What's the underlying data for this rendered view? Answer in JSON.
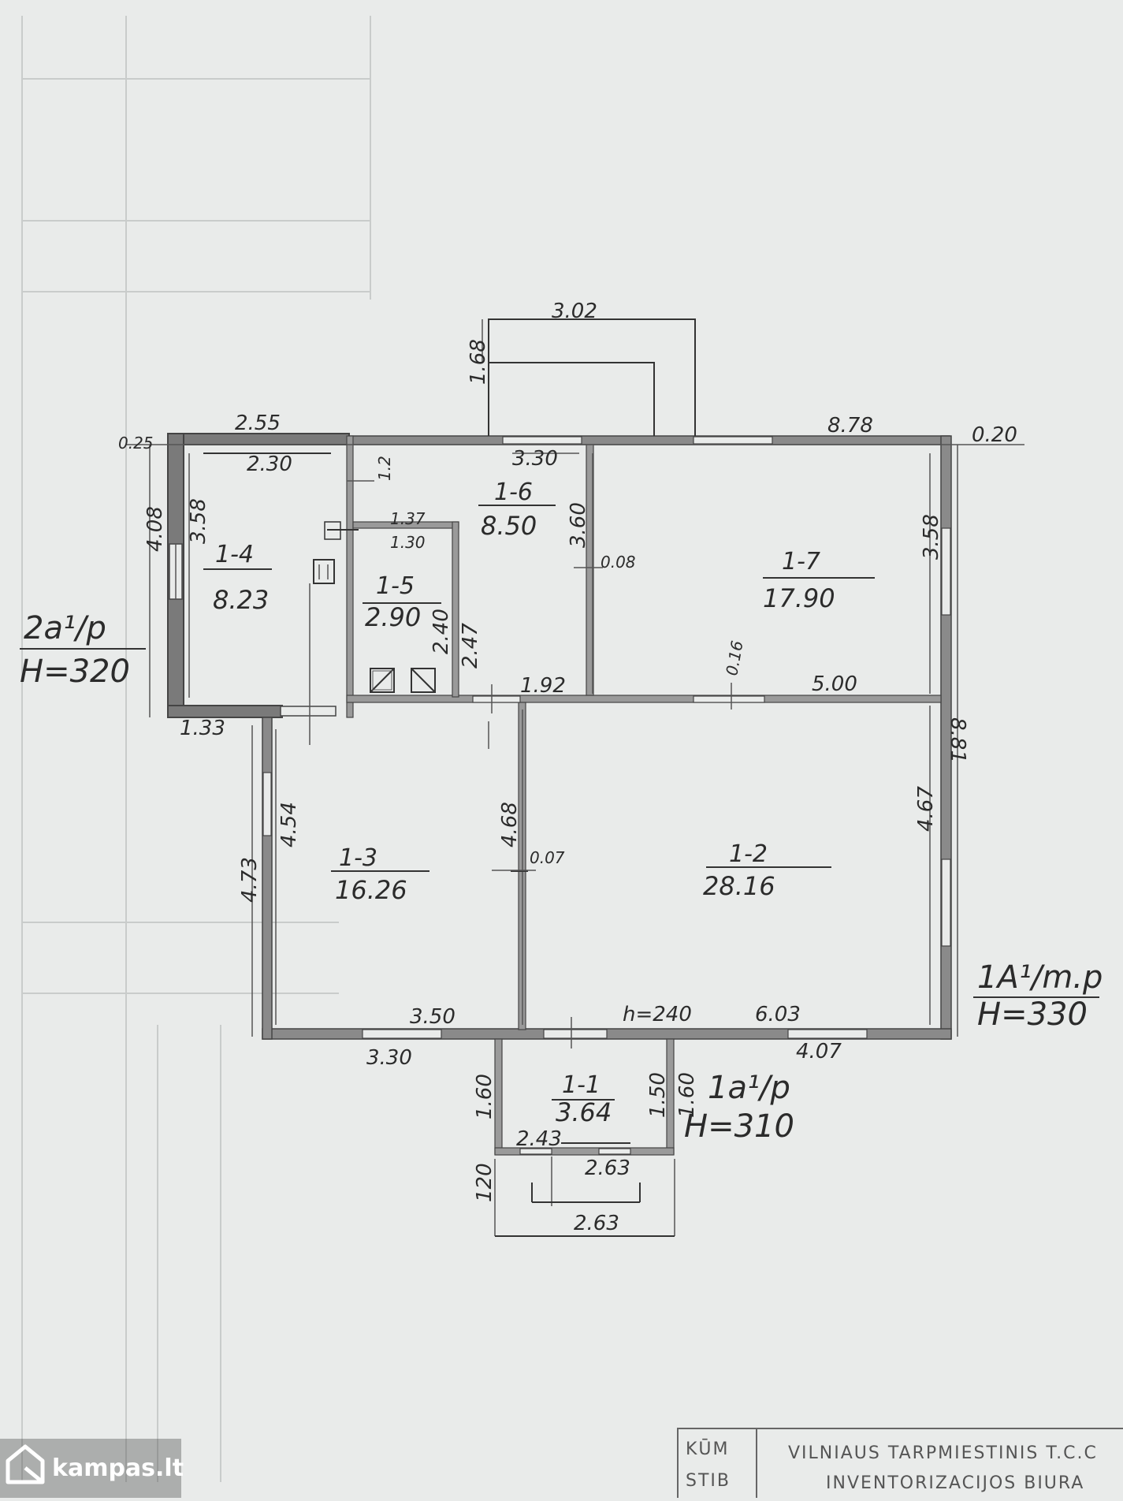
{
  "rooms": [
    {
      "id": "1-1",
      "area": "3.64"
    },
    {
      "id": "1-2",
      "area": "28.16"
    },
    {
      "id": "1-3",
      "area": "16.26"
    },
    {
      "id": "1-4",
      "area": "8.23"
    },
    {
      "id": "1-5",
      "area": "2.90"
    },
    {
      "id": "1-6",
      "area": "8.50"
    },
    {
      "id": "1-7",
      "area": "17.90"
    }
  ],
  "block_labels": {
    "left_code": "2a¹/p",
    "left_height": "H=320",
    "right_code": "1A¹/m.p",
    "right_height": "H=330",
    "porch_code": "1a¹/p",
    "porch_height": "H=310"
  },
  "dimensions": {
    "d_302": "3.02",
    "d_168": "1.68",
    "d_255": "2.55",
    "d_025": "0.25",
    "d_878": "8.78",
    "d_020": "0.20",
    "d_230": "2.30",
    "d_12": "1.2",
    "d_330a": "3.30",
    "d_408": "4.08",
    "d_358a": "3.58",
    "d_137": "1.37",
    "d_130": "1.30",
    "d_360": "3.60",
    "d_008": "0.08",
    "d_358b": "3.58",
    "d_240": "2.40",
    "d_247": "2.47",
    "d_192": "1.92",
    "d_016": "0.16",
    "d_500": "5.00",
    "d_133": "1.33",
    "d_881": "8.81",
    "d_454": "4.54",
    "d_473": "4.73",
    "d_468": "4.68",
    "d_007": "0.07",
    "d_467": "4.67",
    "d_350": "3.50",
    "d_h240": "h=240",
    "d_603": "6.03",
    "d_330b": "3.30",
    "d_407": "4.07",
    "d_160a": "1.60",
    "d_150": "1.50",
    "d_160b": "1.60",
    "d_243": "2.43",
    "d_263a": "2.63",
    "d_120": "120",
    "d_263b": "2.63"
  },
  "stamp": {
    "line1_left": "KŪM",
    "line2_left": "STIB",
    "line1_right": "VILNIAUS TARPMIESTINIS T.C.C",
    "line2_right": "INVENTORIZACIJOS BIURA"
  },
  "watermark": {
    "text": "kampas.lt",
    "icon": "house-icon"
  }
}
